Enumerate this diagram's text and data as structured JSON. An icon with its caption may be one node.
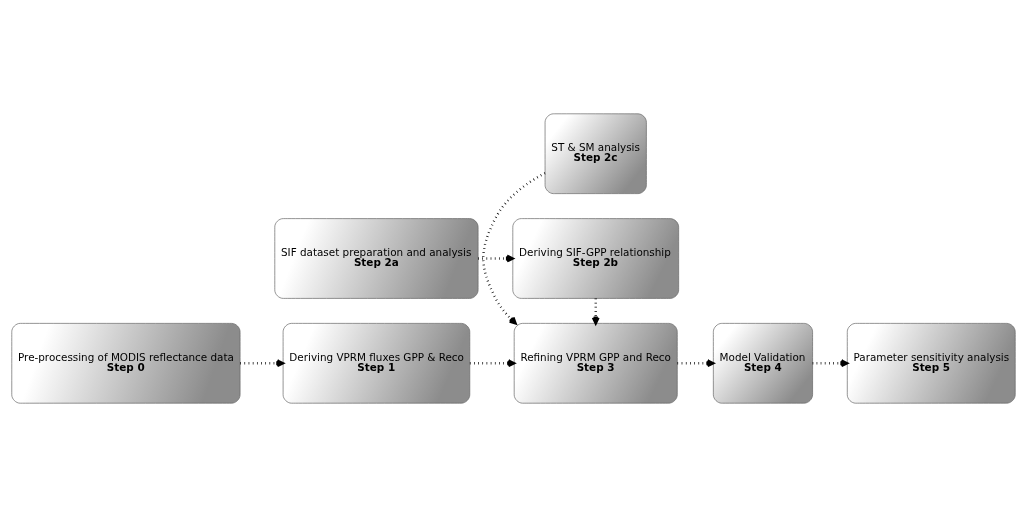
{
  "diagram": {
    "nodes": [
      {
        "text": [
          "Pre-processing of MODIS reflectance data",
          "Step 0"
        ]
      },
      {
        "text": [
          "Deriving VPRM fluxes GPP & Reco",
          "Step 1"
        ]
      },
      {
        "text": [
          "SIF dataset preparation and analysis",
          "Step 2a"
        ]
      },
      {
        "text": [
          "Deriving SIF-GPP relationship",
          "Step 2b"
        ]
      },
      {
        "text": [
          "Refining VPRM GPP and Reco",
          "Step 3"
        ]
      },
      {
        "text": [
          "ST & SM analysis",
          "Step 2c"
        ]
      },
      {
        "text": [
          "Model Validation",
          "Step 4"
        ]
      },
      {
        "text": [
          "Parameter sensitivity analysis",
          "Step 5"
        ]
      }
    ],
    "edges": [
      {
        "from": 0,
        "to": 1,
        "arrow": "to"
      },
      {
        "from": 2,
        "to": 3,
        "arrow": "to"
      },
      {
        "from": 3,
        "to": 4,
        "arrow": "to"
      },
      {
        "from": 1,
        "to": 4,
        "arrow": "to"
      },
      {
        "from": 5,
        "to": 4,
        "arrow": "to"
      },
      {
        "from": 4,
        "to": 6,
        "arrow": "to"
      },
      {
        "from": 6,
        "to": 7,
        "arrow": "to"
      }
    ]
  }
}
